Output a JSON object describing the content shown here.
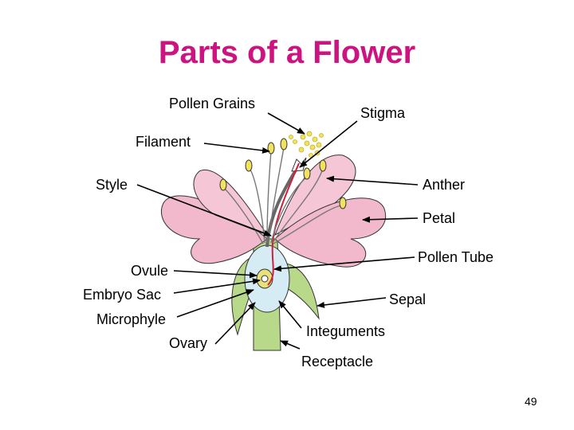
{
  "title": "Parts of a Flower",
  "labels": {
    "pollen_grains": "Pollen Grains",
    "stigma": "Stigma",
    "filament": "Filament",
    "style": "Style",
    "anther": "Anther",
    "petal": "Petal",
    "pollen_tube": "Pollen Tube",
    "ovule": "Ovule",
    "embryo_sac": "Embryo Sac",
    "microphyle": "Microphyle",
    "ovary": "Ovary",
    "sepal": "Sepal",
    "integuments": "Integuments",
    "receptacle": "Receptacle"
  },
  "page_number": "49",
  "colors": {
    "title": "#cc1380",
    "petal": "#f2b8cc",
    "stem": "#b9d98a",
    "pollen": "#f2e35c",
    "pollen_tube": "#d41c3c"
  }
}
